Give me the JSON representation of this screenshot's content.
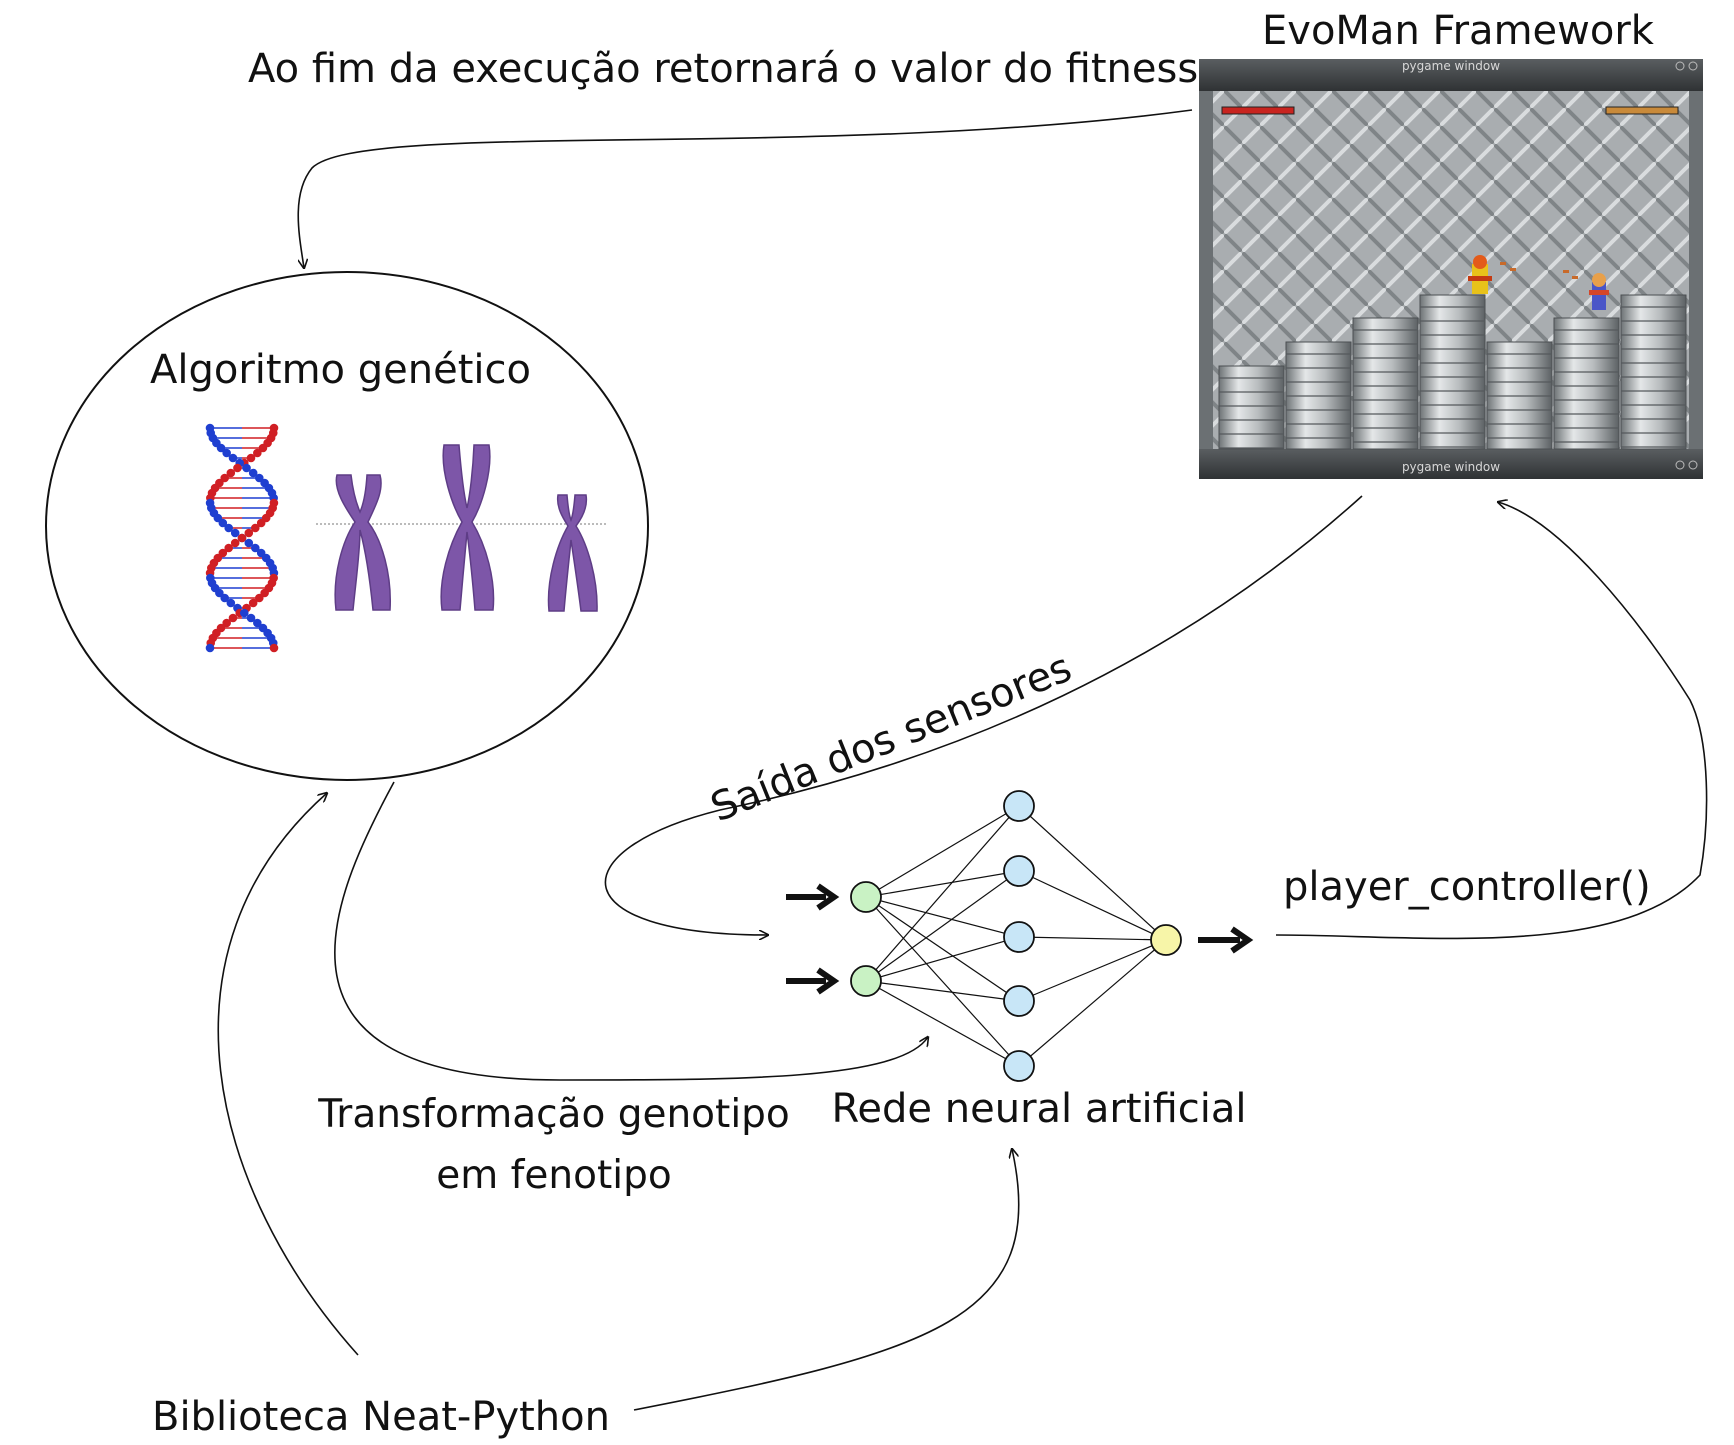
{
  "labels": {
    "fitness_return": "Ao fim da execução retornará o valor do fitness",
    "evoman_framework": "EvoMan Framework",
    "genetic_algorithm": "Algoritmo genético",
    "sensor_output": "Saída dos sensores",
    "player_controller": "player_controller()",
    "genotype_transform_line1": "Transformação genotipo",
    "genotype_transform_line2": "em fenotipo",
    "neural_network": "Rede neural artificial",
    "neat_library": "Biblioteca Neat-Python"
  },
  "game_window": {
    "top_title": "pygame window",
    "bottom_title": "pygame window"
  },
  "neural_net": {
    "input_nodes": 2,
    "hidden_nodes": 5,
    "output_nodes": 1,
    "colors": {
      "input": "#c9f2c4",
      "hidden": "#c8e6f7",
      "output": "#f7f5a8"
    }
  },
  "colors": {
    "dna_red": "#d01f24",
    "dna_blue": "#1f3fd0",
    "chromosome": "#7d56a8",
    "game_floor": "#9aa0a3"
  }
}
